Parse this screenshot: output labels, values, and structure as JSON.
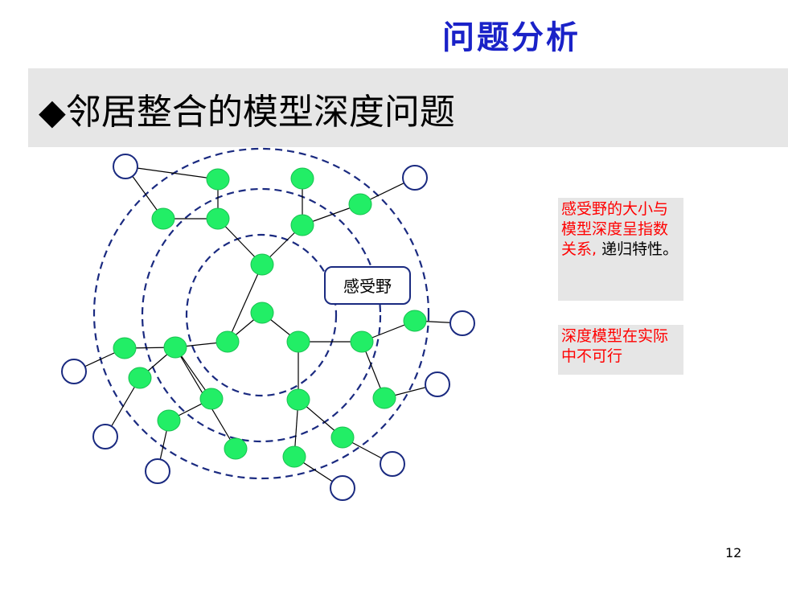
{
  "slide": {
    "title": "问题分析",
    "heading": "◆邻居整合的模型深度问题",
    "page_number": "12"
  },
  "diagram": {
    "receptive_field_label": "感受野",
    "colors": {
      "node_fill": "#22ee66",
      "outer_node_stroke": "#1a2a80",
      "ring_stroke": "#1a2a80",
      "edge_stroke": "#000000"
    }
  },
  "notes": [
    {
      "red_text": "感受野的大小与模型深度呈指数关系,",
      "black_text": " 递归特性。"
    },
    {
      "red_text": "深度模型在实际中不可行",
      "black_text": ""
    }
  ]
}
